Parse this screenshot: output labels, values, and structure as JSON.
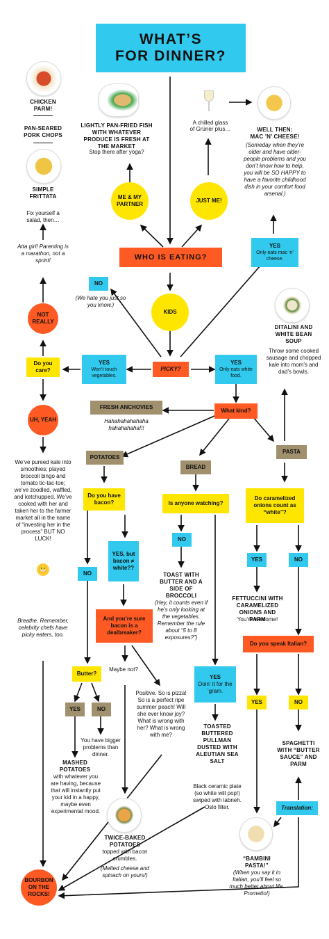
{
  "title": {
    "line1": "WHAT’S",
    "line2": "FOR DINNER?"
  },
  "who": "WHO IS EATING?",
  "kids": "KIDS",
  "me_partner": "ME & MY PARTNER",
  "just_me": "JUST ME!",
  "fish": {
    "title": "LIGHTLY PAN-FRIED FISH WITH WHATEVER PRODUCE IS FRESH AT THE MARKET",
    "note": "Stop there after yoga?"
  },
  "wine": {
    "a": "A chilled glass",
    "b": "of Grüner plus…"
  },
  "mac": {
    "title": "Well then: MAC ’N’ CHEESE!",
    "note": "(Someday when they’re older and have older-people problems and you don’t know how to help, you will be SO HAPPY to have a favorite childhood dish in your comfort food arsenal.)"
  },
  "left_column": {
    "chicken": "CHICKEN PARM!",
    "porkchops": "PAN-SEARED PORK CHOPS",
    "frittata": "SIMPLE FRITTATA",
    "salad": "Fix yourself a salad, then…",
    "atta": "Atta girl! Parenting is a marathon, not a sprint!"
  },
  "no_top": {
    "label": "NO",
    "note": "(We hate you just so you know.)"
  },
  "yes_mac": {
    "label": "YES",
    "note": "Only eats mac ‘n’ cheese."
  },
  "not_really": "NOT REALLY",
  "care": "Do you care?",
  "uh_yeah": "UH, YEAH",
  "picky": "PICKY?",
  "yes_veg": {
    "label": "YES",
    "note": "Won’t touch vegetables."
  },
  "yes_white": {
    "label": "YES",
    "note": "Only eats white food."
  },
  "kale": "We’ve pureed kale into smoothies; played broccoli bingo and tomato tic-tac-toe; we’ve zoodled, waffled, and ketchupped. We’ve cooked with her and taken her to the farmer market all in the name of “investing her in the process” BUT NO LUCK!",
  "breathe": "Breathe. Remember, celebrity chefs have picky eaters, too.",
  "bourbon": "BOURBON ON THE ROCKS!",
  "ditalini": {
    "title": "DITALINI AND WHITE BEAN SOUP",
    "note": "Throw some cooked sausage and chopped kale into mom’s and dad’s bowls."
  },
  "anchovies": {
    "label": "FRESH ANCHOVIES",
    "note": "Hahahahahahaha hahahahaha!!!"
  },
  "what_kind": "What kind?",
  "potatoes": "POTATOES",
  "bread": "BREAD",
  "pasta": "PASTA",
  "bacon_q": "Do you have bacon?",
  "no_bacon": "NO",
  "yes_bacon": "YES, but bacon ≠ white??",
  "sure_bacon": "And you’re sure bacon is a dealbreaker?",
  "maybe_not": "Maybe not?",
  "positive": "Positive. So is pizza! So is a perfect ripe summer peach! Will she ever know joy? What is wrong with her? What is wrong with me?",
  "butter_q": "Butter?",
  "yes_butter": "YES",
  "no_butter": "NO",
  "bigger": "You have bigger problems than dinner.",
  "mashed": {
    "title": "MASHED POTATOES",
    "note": "with whatever you are having, because that will instantly put your kid in a happy, maybe even experimental mood."
  },
  "twice": {
    "title": "TWICE-BAKED POTATOES",
    "note": "topped with bacon crumbles.",
    "it": "(Melted cheese and spinach on yours!)"
  },
  "watching_q": "Is anyone watching?",
  "no_watch": "NO",
  "toast": {
    "title": "TOAST WITH BUTTER AND A SIDE OF BROCCOLI",
    "note": "(Hey, it counts even if he’s only looking at the vegetables. Remember the rule about “5 to 8 exposures?”)"
  },
  "doin_it": {
    "label": "YES",
    "note": "Doin’ it for the ’gram."
  },
  "pullman": {
    "title": "TOASTED BUTTERED PULLMAN DUSTED WITH ALEUTIAN SEA SALT",
    "note": "Black ceramic plate (so white will pop!) swiped with labneh. Oslo filter."
  },
  "caramel_q": "Do caramelized onions count as “white”?",
  "yes_onion": "YES",
  "no_onion": "NO",
  "fettuccini": {
    "title": "FETTUCCINI WITH CARAMELIZED ONIONS AND PARM",
    "note": "You’re welcome!"
  },
  "italian_q": "Do you speak Italian?",
  "yes_it": "YES",
  "no_it": "NO",
  "spaghetti": "SPAGHETTI WITH “BUTTER SAUCE” AND PARM",
  "translation": "Translation:",
  "bambini": {
    "title": "“BAMBINI PASTA!”",
    "note": "(When you say it in Italian, you’ll feel so much better about life. Prometto!)"
  },
  "colors": {
    "cyan": "#31c9ee",
    "yellow": "#ffe600",
    "orange": "#ff5a23",
    "tan": "#a0906e"
  }
}
